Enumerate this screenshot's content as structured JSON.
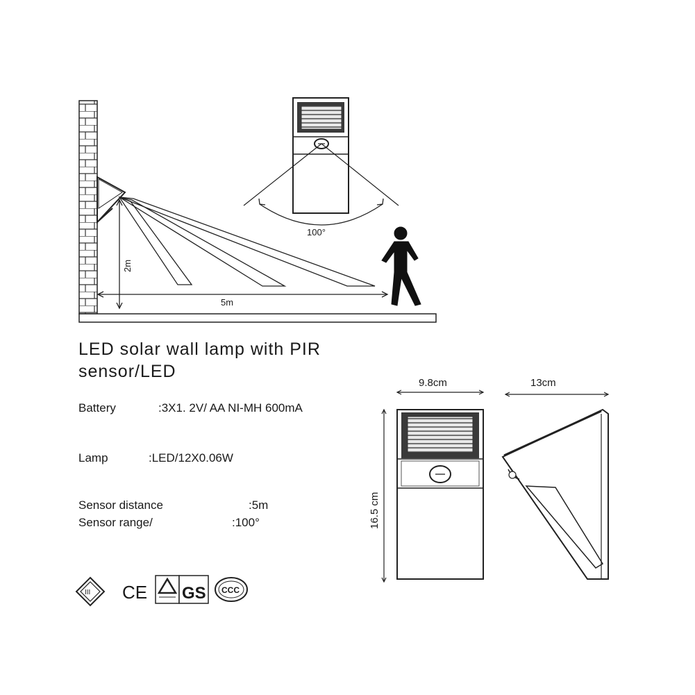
{
  "title": "LED solar wall lamp with PIR sensor/LED",
  "specs": {
    "battery": {
      "label": "Battery",
      "value": ":3X1. 2V/ AA  NI-MH 600mA"
    },
    "lamp": {
      "label": "Lamp",
      "value": ":LED/12X0.06W"
    },
    "sensor_distance": {
      "label": "Sensor distance",
      "value": ":5m"
    },
    "sensor_range": {
      "label": "Sensor range/",
      "value": ":100°"
    }
  },
  "diagram_labels": {
    "mount_height": "2m",
    "detection_distance": "5m",
    "detection_angle": "100°"
  },
  "dimensions": {
    "width": "9.8cm",
    "depth": "13cm",
    "height": "16.5 cm"
  },
  "certifications": [
    "III",
    "CE",
    "GS",
    "CCC"
  ],
  "colors": {
    "line": "#1a1a1a",
    "panel": "#3a3a3a",
    "background": "#ffffff"
  }
}
